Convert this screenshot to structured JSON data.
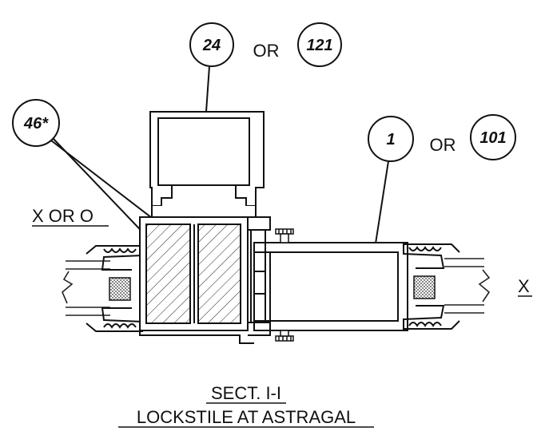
{
  "callouts": {
    "top_a": "24",
    "top_b": "121",
    "right_a": "1",
    "right_b": "101",
    "left": "46*",
    "or_word": "OR"
  },
  "labels": {
    "left_side": "X OR O",
    "right_side": "X"
  },
  "caption": {
    "line1": "SECT. I-I",
    "line2": "LOCKSTILE AT ASTRAGAL"
  },
  "colors": {
    "ink": "#111111",
    "paper": "#ffffff"
  }
}
